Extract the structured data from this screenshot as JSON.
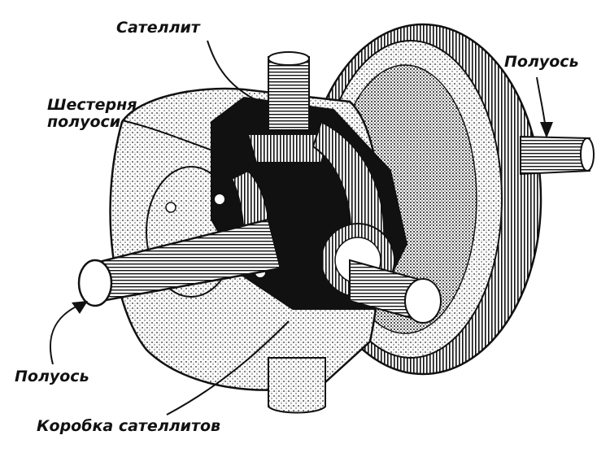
{
  "labels": {
    "satellite": "Сателлит",
    "half_axle_gear_line1": "Шестерня",
    "half_axle_gear_line2": "полуоси",
    "half_axle_right": "Полуось",
    "half_axle_left": "Полуось",
    "satellite_box": "Коробка сателлитов"
  },
  "colors": {
    "ink": "#111111",
    "paper": "#ffffff",
    "stipple": "#555555"
  }
}
